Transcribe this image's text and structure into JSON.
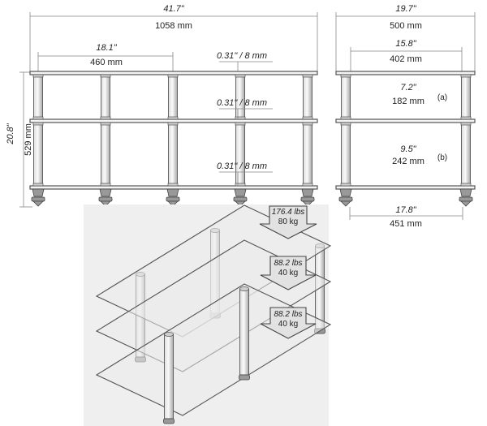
{
  "front_view": {
    "total_width_in": "41.7\"",
    "total_width_mm": "1058 mm",
    "post_spacing_in": "18.1\"",
    "post_spacing_mm": "460 mm",
    "height_in": "20.8\"",
    "height_mm": "529 mm",
    "shelf_thickness": [
      "0.31\" / 8 mm",
      "0.31\" / 8 mm",
      "0.31\" / 8 mm"
    ]
  },
  "side_view": {
    "total_width_in": "19.7\"",
    "total_width_mm": "500 mm",
    "post_spacing_in": "15.8\"",
    "post_spacing_mm": "402 mm",
    "gap_a_in": "7.2\"",
    "gap_a_mm": "182 mm",
    "gap_a_label": "(a)",
    "gap_b_in": "9.5\"",
    "gap_b_mm": "242 mm",
    "gap_b_label": "(b)",
    "base_width_in": "17.8\"",
    "base_width_mm": "451 mm"
  },
  "load_ratings": [
    {
      "lbs": "176.4 lbs",
      "kg": "80 kg"
    },
    {
      "lbs": "88.2 lbs",
      "kg": "40 kg"
    },
    {
      "lbs": "88.2 lbs",
      "kg": "40 kg"
    }
  ]
}
